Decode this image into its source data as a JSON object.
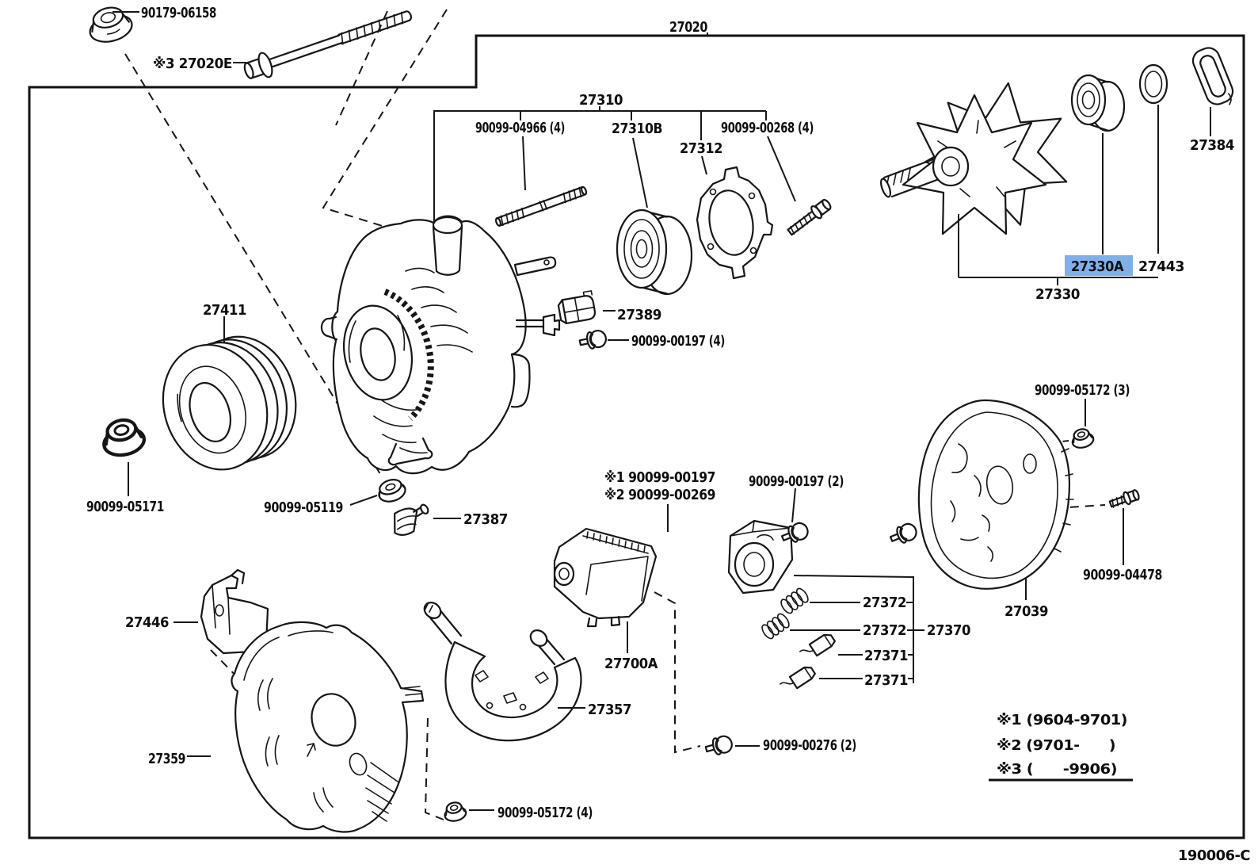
{
  "highlight": {
    "bg": "#7FB1E8",
    "fg": "#1D4FC0"
  },
  "labels": {
    "assembly": "27020",
    "nut_90179_06158": "90179-06158",
    "bolt_27020e": "※3 27020E",
    "sub_27310": "27310",
    "stud_90099_04966": "90099-04966 (4)",
    "bearing_27310b": "27310B",
    "retainer_27312": "27312",
    "bolt_90099_00268": "90099-00268 (4)",
    "cover_27384": "27384",
    "bearing_27330a": "27330A",
    "ring_27443": "27443",
    "rotor_27330": "27330",
    "pulley_27411": "27411",
    "insulator_27389": "27389",
    "screw_90099_00197_4": "90099-00197 (4)",
    "nut_90099_05172_3": "90099-05172 (3)",
    "nut_90099_05171": "90099-05171",
    "washer_90099_05119": "90099-05119",
    "insulator_27387": "27387",
    "screw_s1_90099_00197": "※1 90099-00197",
    "screw_s2_90099_00269": "※2 90099-00269",
    "screw_90099_00197_2": "90099-00197 (2)",
    "spring_27372_a": "27372",
    "spring_27372_b": "27372",
    "holder_27370": "27370",
    "brush_27371_a": "27371",
    "brush_27371_b": "27371",
    "frame_27039": "27039",
    "bolt_90099_04478": "90099-04478",
    "bracket_27446": "27446",
    "regulator_27700a": "27700A",
    "rectifier_27357": "27357",
    "cover_27359": "27359",
    "screw_90099_00276": "90099-00276 (2)",
    "nut_90099_05172_4": "90099-05172 (4)"
  },
  "legend": {
    "note1": "※1 (9604-9701)",
    "note2": "※2 (9701-      )",
    "note3": "※3 (      -9906)"
  },
  "footer": {
    "drawing_code": "190006-C"
  }
}
